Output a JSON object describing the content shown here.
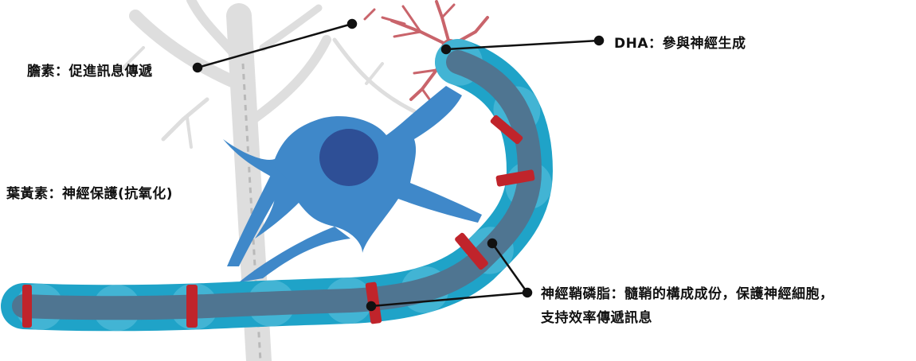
{
  "annotations": {
    "choline": "膽素：促進訊息傳遞",
    "dha": "DHA：參與神經生成",
    "lutein": "葉黃素：神經保護(抗氧化)",
    "ps_line1": "神經鞘磷脂：髓鞘的構成成份，保護神經細胞，",
    "ps_line2": "支持效率傳遞訊息"
  },
  "colors": {
    "myelin": "#1fa3c8",
    "myelin_light": "#5fc3df",
    "axon": "#4f7591",
    "node": "#c0242b",
    "cell_body": "#3f88c9",
    "nucleus": "#2e4f96",
    "synapse": "#c9646b",
    "background_neuron": "#d9d9d9"
  }
}
